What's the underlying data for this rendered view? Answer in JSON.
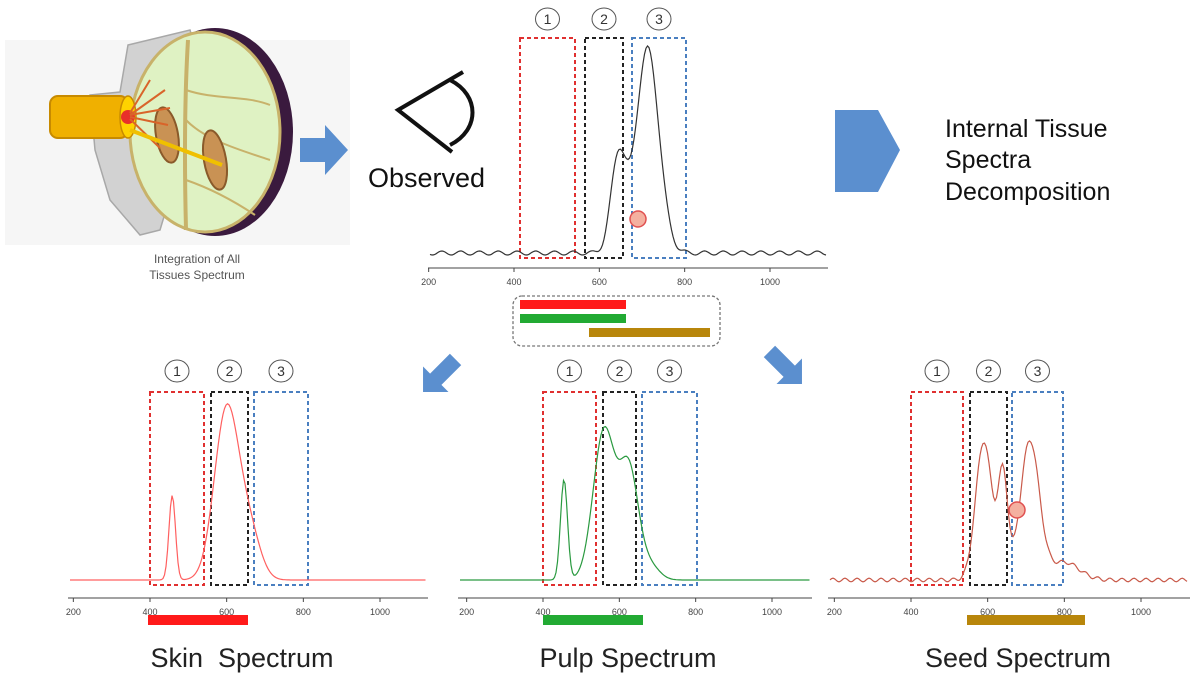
{
  "labels": {
    "fruit_caption_line1": "Integration of All",
    "fruit_caption_line2": "Tissues Spectrum",
    "observed": "Observed",
    "decomp_line1": "Internal Tissue",
    "decomp_line2": "Spectra",
    "decomp_line3": "Decomposition",
    "skin_title": "Skin  Spectrum",
    "pulp_title": "Pulp Spectrum",
    "seed_title": "Seed Spectrum"
  },
  "region_markers": [
    "1",
    "2",
    "3"
  ],
  "axis_ticks": [
    "200",
    "400",
    "600",
    "800",
    "1000"
  ],
  "colors": {
    "skin": "#ff1a1a",
    "pulp": "#22aa33",
    "seed": "#b8860b",
    "region1": "#e03030",
    "region2": "#222222",
    "region3": "#4a7fc0",
    "arrow": "#5b8fcf",
    "observed_line": "#333333"
  },
  "icons": {
    "fruit": "fruit-cross-section-illustration",
    "eye": "eye-icon",
    "arrows": "arrow-icon"
  }
}
